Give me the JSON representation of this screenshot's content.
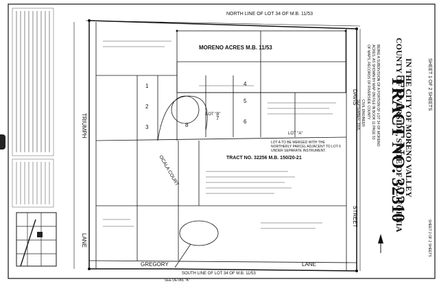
{
  "sheet": {
    "corner_label": "SHEET 1 OF 2 SHEETS",
    "sheet_footer": "SHEET 2 OF 2 SHEETS"
  },
  "title_block": {
    "city_line": "IN THE CITY OF MORENO VALLEY",
    "county_line": "COUNTY OF RIVERSIDE, STATE OF CALIFORNIA",
    "tract_title": "TRACT NO. 32310",
    "description_lines": [
      "BEING A SUBDIVISION OF A PORTION OF LOT 34 OF MORENO",
      "ACRES, AS SHOWN BY MAP ON FILE IN BOOK 11 PAGE 53",
      "OF MAPS, RECORDS OF RIVERSIDE COUNTY"
    ],
    "engineer_line": "CIVIL ENGINEER",
    "date_line": "SEPTEMBER, 2005"
  },
  "map_labels": {
    "north_line": "NORTH LINE OF LOT 34 OF M.B. 11/53",
    "south_line": "SOUTH LINE OF LOT 34 OF M.B. 11/53",
    "moreno_acres": "MORENO ACRES M.B. 11/53",
    "tract_adjacent": "TRACT NO. 32256 M.B. 150/20-21",
    "street_davis": "DAVIS",
    "street_davis_2": "STREET",
    "street_triumph": "TRIUMPH",
    "street_lane": "LANE",
    "street_gregory": "GREGORY",
    "street_lane_2": "LANE",
    "ocala_court": "OCALA COURT",
    "see_detail": "SEE DETAIL \"A\"",
    "lot_a": "LOT \"A\"",
    "lot_b": "LOT \"B\"",
    "lot_numbers": [
      "1",
      "2",
      "3",
      "4",
      "5",
      "6",
      "7",
      "8"
    ],
    "lot_note": "LOT A TO BE MERGED WITH THE NORTHERLY PARCEL ADJACENT TO LOT 6 UNDER SEPARATE INSTRUMENT."
  },
  "colors": {
    "ink": "#111111",
    "paper": "#ffffff",
    "tab": "#222222"
  }
}
